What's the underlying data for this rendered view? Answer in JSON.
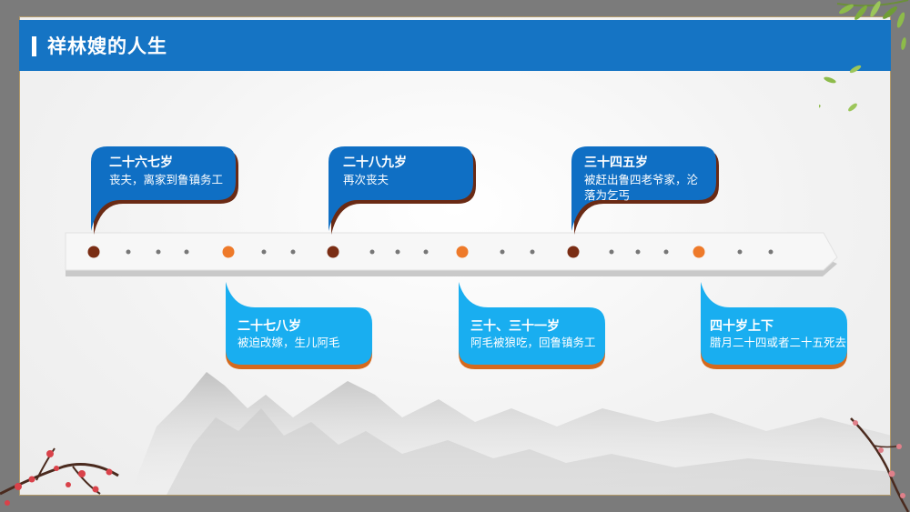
{
  "header": {
    "title": "祥林嫂的人生"
  },
  "colors": {
    "header_blue": "#1574c4",
    "top_bubble": "#0f6fc4",
    "top_bubble_shadow": "#6a2a14",
    "bottom_bubble": "#19aef0",
    "bottom_bubble_shadow": "#d46a1e",
    "dot_brown": "#7a2d14",
    "dot_orange": "#ee7a2a",
    "dot_gray": "#777777"
  },
  "events": [
    {
      "age": "二十六七岁",
      "text": "丧夫，离家到鲁镇务工",
      "position": "top"
    },
    {
      "age": "二十七八岁",
      "text": "被迫改嫁，生儿阿毛",
      "position": "bottom"
    },
    {
      "age": "二十八九岁",
      "text": "再次丧夫",
      "position": "top"
    },
    {
      "age": "三十、三十一岁",
      "text": "阿毛被狼吃，回鲁镇务工",
      "position": "bottom"
    },
    {
      "age": "三十四五岁",
      "text": "被赶出鲁四老爷家，沦落为乞丐",
      "position": "top"
    },
    {
      "age": "四十岁上下",
      "text": "腊月二十四或者二十五死去",
      "position": "bottom"
    }
  ]
}
